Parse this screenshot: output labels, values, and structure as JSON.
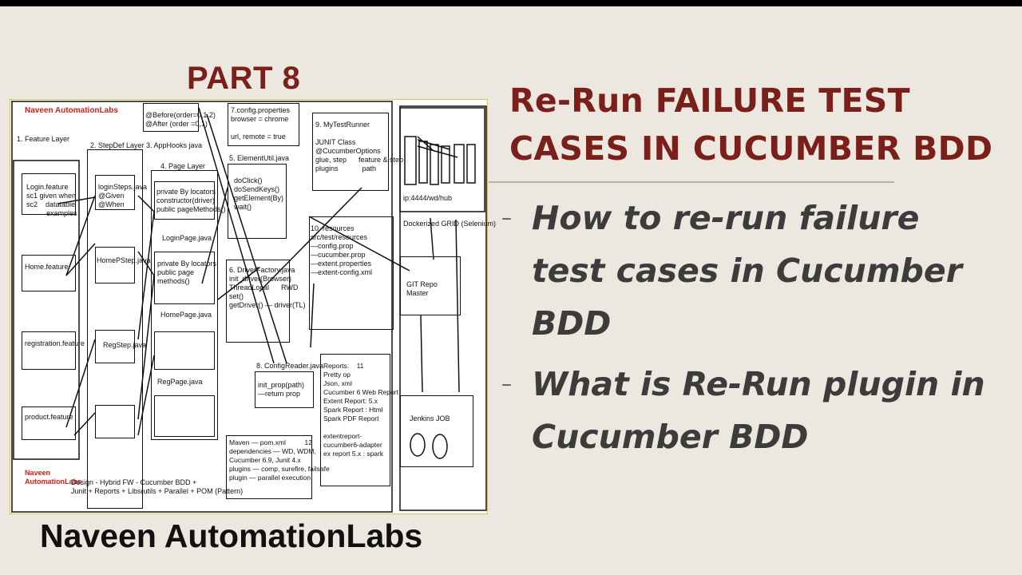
{
  "part_label": "PART 8",
  "title_lines": [
    "Re-Run FAILURE TEST",
    "CASES IN CUCUMBER BDD"
  ],
  "bullets": [
    "How to re-run failure test cases in Cucumber BDD",
    "What is Re-Run plugin in Cucumber BDD"
  ],
  "footer_brand": "Naveen AutomationLabs",
  "colors": {
    "title": "#7a1f1a",
    "bullet_text": "#3c3c3c",
    "background": "#ece8df",
    "brand_red": "#d0201a"
  },
  "diagram": {
    "brand_top": "Naveen AutomationLabs",
    "layer1": "1. Feature Layer",
    "layer2": "2. StepDef Layer",
    "layer3": "3. AppHooks java",
    "layer4": "4. Page Layer",
    "hooks": "@Before(order=0,1,2)\n@After (order =0,1)",
    "config": "7.config.properties\nbrowser = chrome\n\nurl, remote = true",
    "elementutil_title": "5. ElementUtil.java",
    "elementutil": "doClick()\ndoSendKeys()\ngetElement(By)\nwait()",
    "runner": "9. MyTestRunner\n\nJUNIT Class\n@CucumberOptions\nglue, step      feature & step\nplugins            path",
    "grid": "ip:4444/wd/hub",
    "grid_label": "Dockerized GRID (Selenium)",
    "features": {
      "login": "Login.feature\nsc1 given when\nsc2    datatable\n          examples",
      "home": "Home.feature",
      "registration": "registration.feature",
      "product": "product.feature"
    },
    "steps": {
      "login": "loginSteps.java\n@Given\n@When",
      "home": "HomePStep.java",
      "reg": "RegStep.java"
    },
    "pages": {
      "login": "private By locators\nconstructor(driver)\npublic pageMethods()",
      "login_name": "LoginPage.java",
      "home": "private By locators\npublic page\nmethods()",
      "home_name": "HomePage.java",
      "reg_name": "RegPage.java"
    },
    "driverfactory": "6. DriverFactory.java\ninit_driver(Browser)\nThreadLocal      RWD\nset()\ngetDriver() — driver(TL)",
    "resources": "10. resources\nsrc/test/resources\n—config.prop\n—cucumber.prop\n—extent.properties\n—extent-config.xml",
    "git": "GIT Repo\nMaster",
    "configreader_title": "8. ConfigReader.java",
    "configreader": "init_prop(path)\n—return prop",
    "reports": "Reports:    11\nPretty op\nJson, xml\nCucumber 6 Web Report\nExtent Report: 5.x\nSpark Report : Html\nSpark PDF Report\n\nextentreport-\ncucumber6-adapter\nex report 5.x : spark",
    "jenkins": "Jenkins JOB",
    "maven": "Maven — pom.xml          12\ndependencies — WD, WDM,\nCucumber 6.9, Junit 4.x\nplugins — comp, surefire, failsafe\nplugin — parallel execution",
    "brand_bottom": "Naveen\nAutomationLabs",
    "design": "Design - Hybrid FW - Cucumber BDD +\nJunit + Reports + Libs(utils + Parallel + POM (Pattern)"
  }
}
